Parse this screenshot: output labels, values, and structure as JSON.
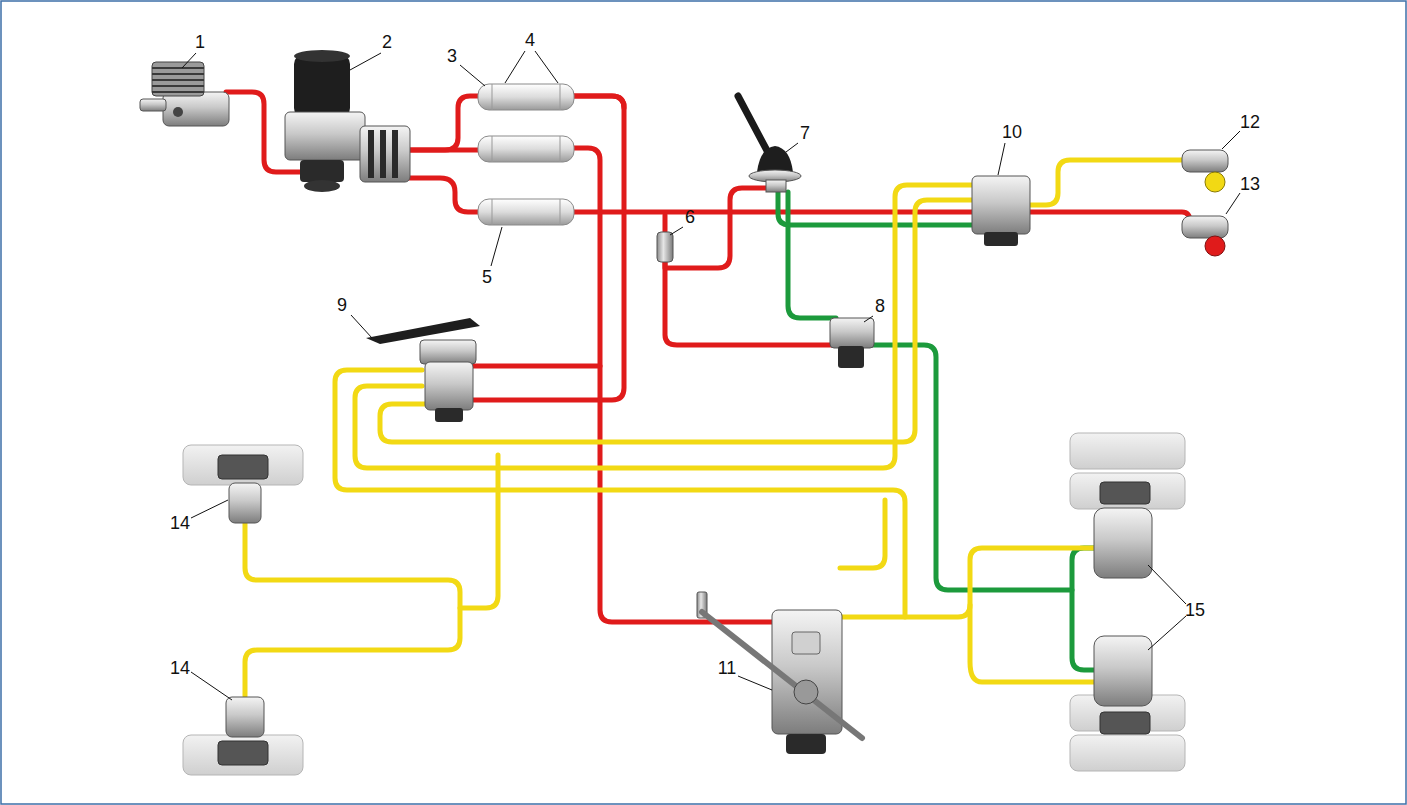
{
  "diagram": {
    "labels": [
      "1",
      "2",
      "3",
      "4",
      "5",
      "6",
      "7",
      "8",
      "9",
      "10",
      "11",
      "12",
      "13",
      "14",
      "14",
      "15"
    ]
  }
}
